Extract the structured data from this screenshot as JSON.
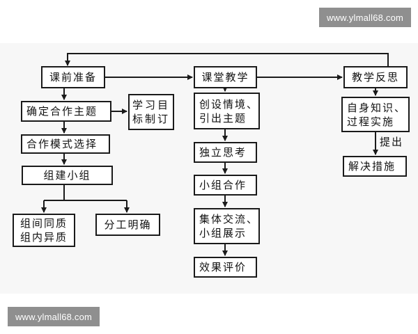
{
  "watermark_top": "www.ylmall68.com",
  "watermark_bottom": "www.ylmall68.com",
  "nodes": {
    "prep": "课前准备",
    "teach": "课堂教学",
    "reflect": "教学反思",
    "topic": "确定合作主题",
    "goal": "学习目\n标制订",
    "mode": "合作模式选择",
    "group": "组建小组",
    "homo": "组间同质\n组内异质",
    "division": "分工明确",
    "scene": "创设情境、\n引出主题",
    "think": "独立思考",
    "coop": "小组合作",
    "share": "集体交流、\n小组展示",
    "eval": "效果评价",
    "self": "自身知识、\n过程实施",
    "measure": "解决措施"
  },
  "edge_labels": {
    "propose": "提出"
  },
  "colors": {
    "line": "#1a1a1a",
    "watermark_bg": "#8f8f8f",
    "paper": "#f7f7f7"
  }
}
